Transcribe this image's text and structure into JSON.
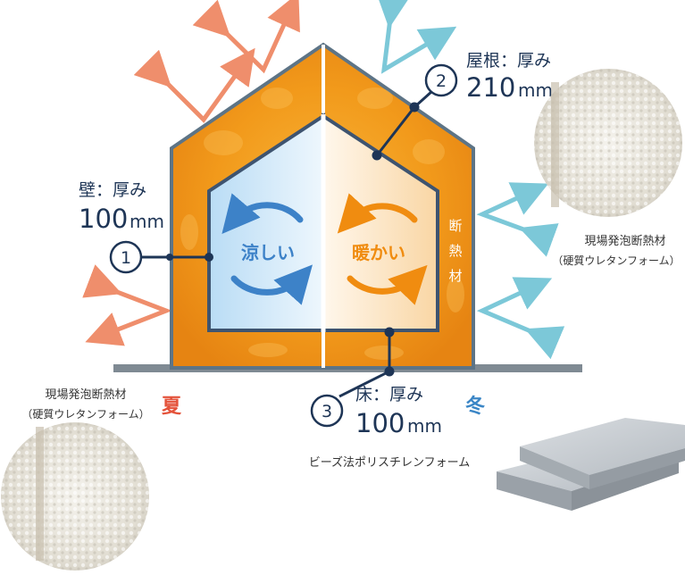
{
  "house": {
    "inner_left_label": "涼しい",
    "inner_right_label": "暖かい",
    "insulation_vertical": [
      "断",
      "熱",
      "材"
    ]
  },
  "callouts": {
    "wall": {
      "number": "1",
      "label": "壁：厚み",
      "value": "100",
      "unit": "mm"
    },
    "roof": {
      "number": "2",
      "label": "屋根：厚み",
      "value": "210",
      "unit": "mm"
    },
    "floor": {
      "number": "3",
      "label": "床：厚み",
      "value": "100",
      "unit": "mm"
    }
  },
  "seasons": {
    "summer": "夏",
    "winter": "冬"
  },
  "materials": {
    "spray_foam_right": {
      "line1": "現場発泡断熱材",
      "line2": "（硬質ウレタンフォーム）"
    },
    "spray_foam_left": {
      "line1": "現場発泡断熱材",
      "line2": "（硬質ウレタンフォーム）"
    },
    "eps_board": "ビーズ法ポリスチレンフォーム"
  },
  "colors": {
    "summer_arrow": "#ef8e6c",
    "winter_arrow": "#7cc8d8",
    "insulation": "#f29a1b",
    "cool_arrow": "#3d82c8",
    "warm_arrow": "#f08c10",
    "callout_navy": "#1e3556",
    "summer_text": "#e4533b",
    "winter_text": "#3b86c6"
  }
}
